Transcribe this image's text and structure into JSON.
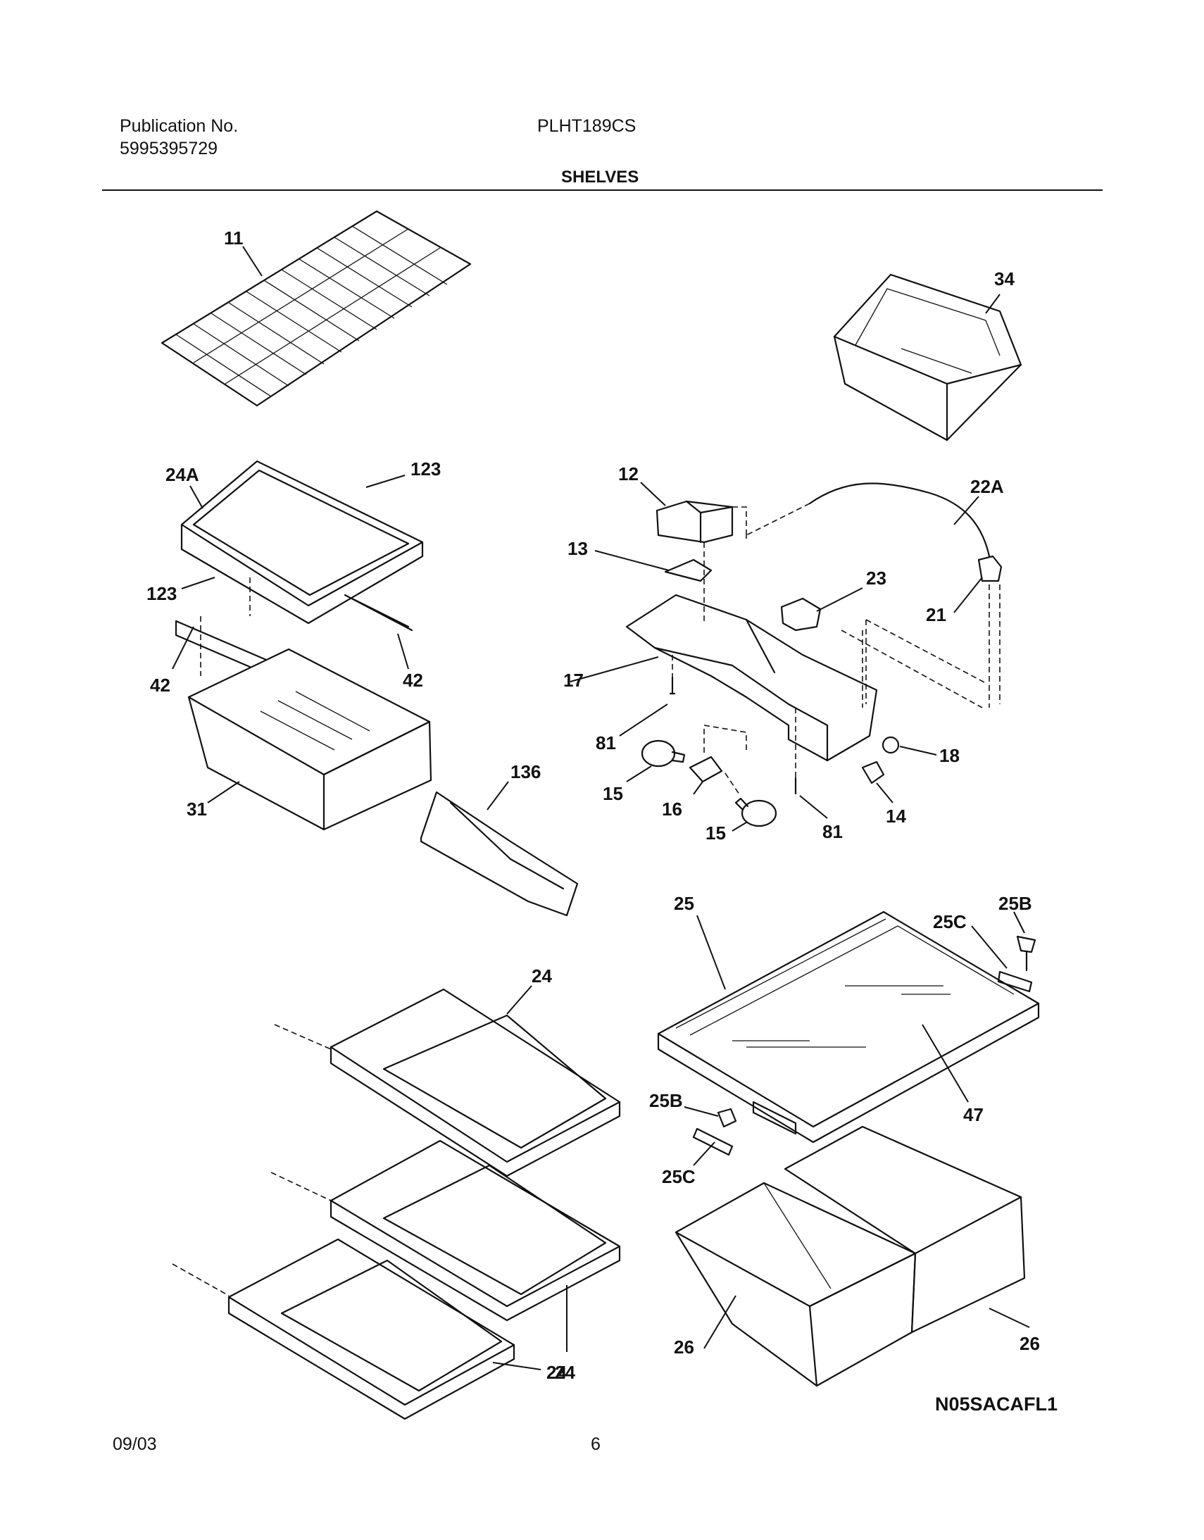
{
  "header": {
    "publication_label": "Publication No.",
    "publication_number": "5995395729",
    "model": "PLHT189CS",
    "section_title": "SHELVES"
  },
  "callouts": {
    "c11": "11",
    "c34": "34",
    "c24A": "24A",
    "c123a": "123",
    "c123b": "123",
    "c42a": "42",
    "c42b": "42",
    "c31": "31",
    "c136": "136",
    "c12": "12",
    "c13": "13",
    "c17": "17",
    "c81a": "81",
    "c81b": "81",
    "c15a": "15",
    "c15b": "15",
    "c16": "16",
    "c22A": "22A",
    "c23": "23",
    "c21": "21",
    "c18": "18",
    "c14": "14",
    "c25": "25",
    "c25B_top": "25B",
    "c25C_top": "25C",
    "c47": "47",
    "c25B_bot": "25B",
    "c25C_bot": "25C",
    "c24_top": "24",
    "c24_mid": "24",
    "c24_bot": "24",
    "c26a": "26",
    "c26b": "26"
  },
  "drawing_code": "N05SACAFL1",
  "footer": {
    "date": "09/03",
    "page": "6"
  }
}
